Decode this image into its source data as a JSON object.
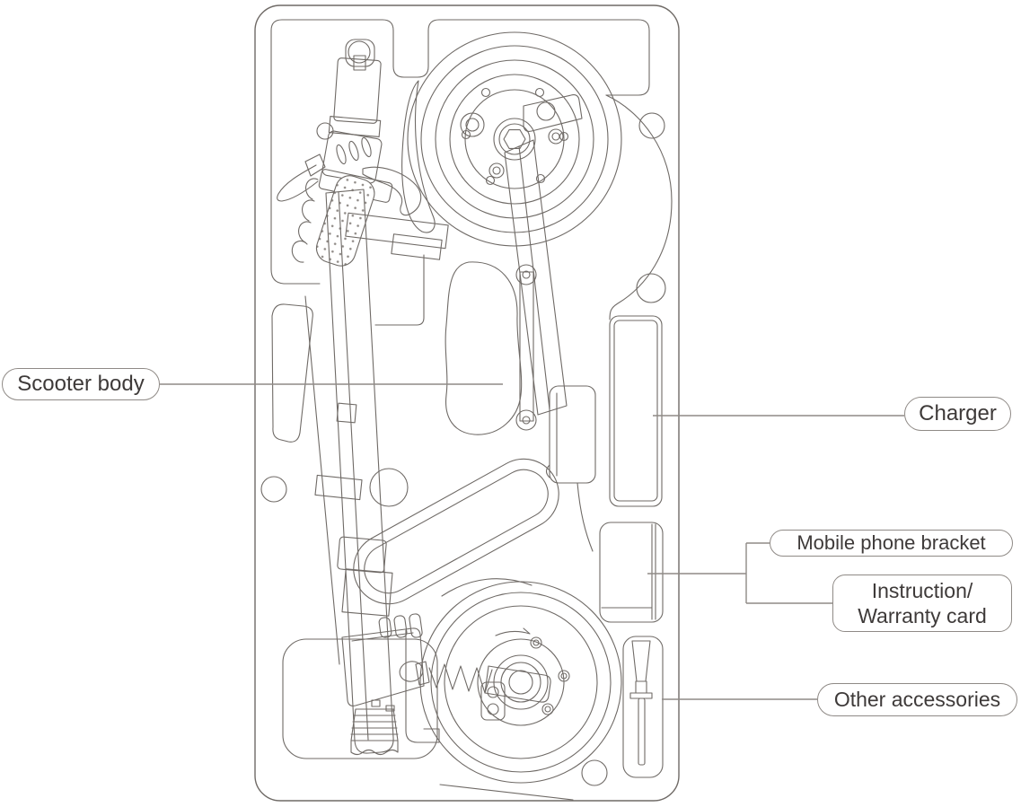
{
  "figure": {
    "description_labels": {
      "scooter_body": "Scooter body",
      "charger": "Charger",
      "mobile_phone_bracket": "Mobile phone bracket",
      "instruction_warranty_line1": "Instruction/",
      "instruction_warranty_line2": "Warranty card",
      "other_accessories": "Other accessories"
    }
  },
  "colors": {
    "background": "#ffffff",
    "line": "#6f6a66",
    "label_text": "#3e3a39",
    "label_border": "#8f8a86",
    "leader": "#8f8a86"
  }
}
